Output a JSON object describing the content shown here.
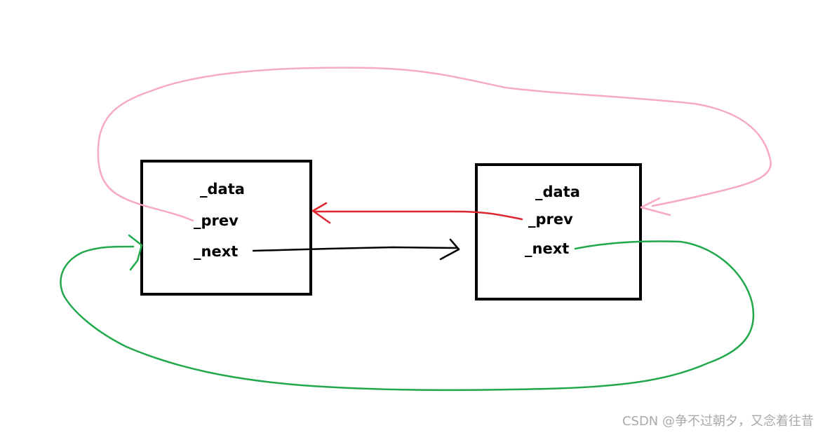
{
  "nodes": [
    {
      "fields": [
        "_data",
        "_prev",
        "_next"
      ]
    },
    {
      "fields": [
        "_data",
        "_prev",
        "_next"
      ]
    }
  ],
  "colors": {
    "box": "#000000",
    "prev_link": "#e0262f",
    "next_link": "#000000",
    "head_prev_loop": "#f7a8c8",
    "tail_next_loop": "#21a84a"
  },
  "watermark": "CSDN @争不过朝夕，又念着往昔"
}
